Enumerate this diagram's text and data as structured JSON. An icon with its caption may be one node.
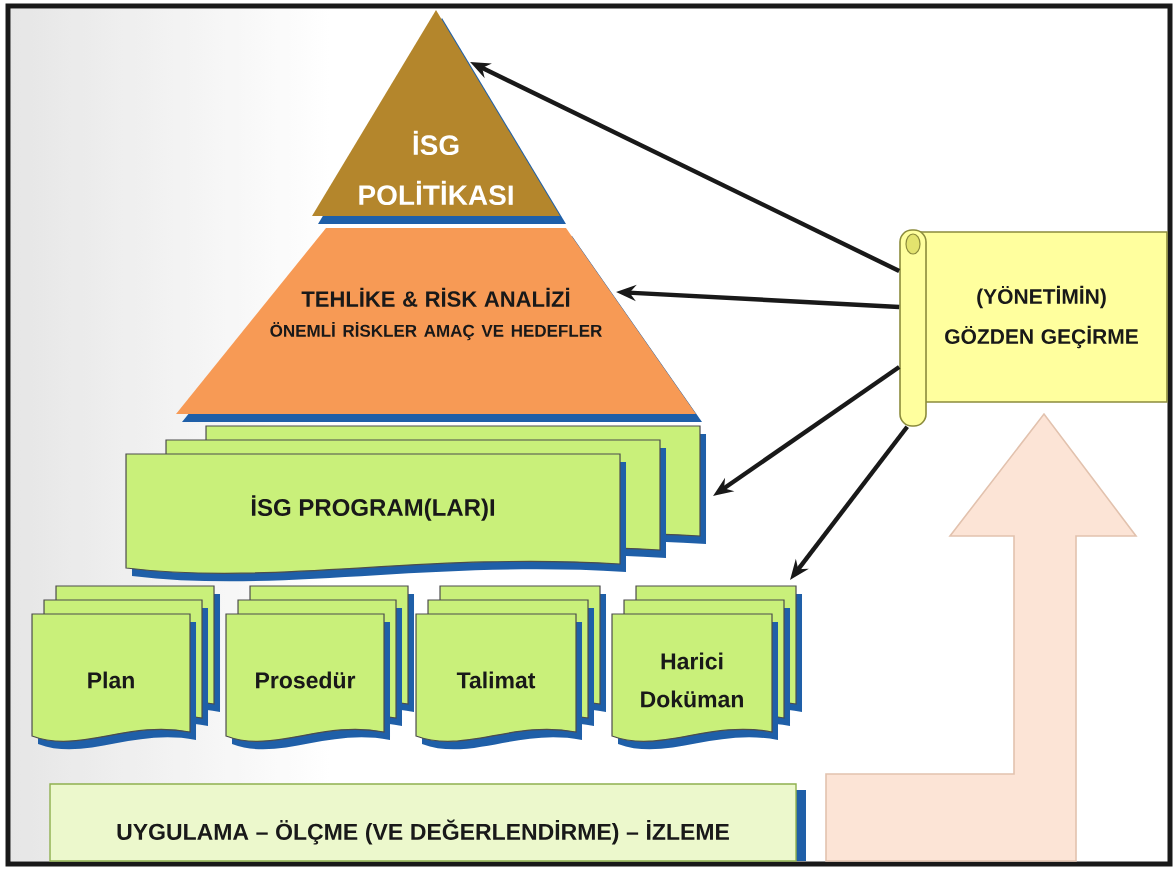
{
  "diagram": {
    "nodes": [
      {
        "text": [
          "İSG POLİTİKASI"
        ]
      },
      {
        "text": [
          "TEHLİKE & RİSK ANALİZİ",
          "ÖNEMLİ RİSKLER AMAÇ VE HEDEFLER"
        ]
      },
      {
        "text": [
          "İSG PROGRAM(LAR)I"
        ]
      },
      {
        "text": [
          "Plan"
        ]
      },
      {
        "text": [
          "Prosedür"
        ]
      },
      {
        "text": [
          "Talimat"
        ]
      },
      {
        "text": [
          "Harici Doküman"
        ]
      },
      {
        "text": [
          "UYGULAMA – ÖLÇME (VE DEĞERLENDİRME) – İZLEME"
        ]
      },
      {
        "text": [
          "(YÖNETİMİN) GÖZDEN GEÇİRME"
        ]
      }
    ],
    "edges": [
      {
        "from": 8,
        "to": 0,
        "arrow": "to"
      },
      {
        "from": 8,
        "to": 1,
        "arrow": "to"
      },
      {
        "from": 8,
        "to": 2,
        "arrow": "to"
      },
      {
        "from": 8,
        "to": 6,
        "arrow": "to"
      }
    ]
  }
}
